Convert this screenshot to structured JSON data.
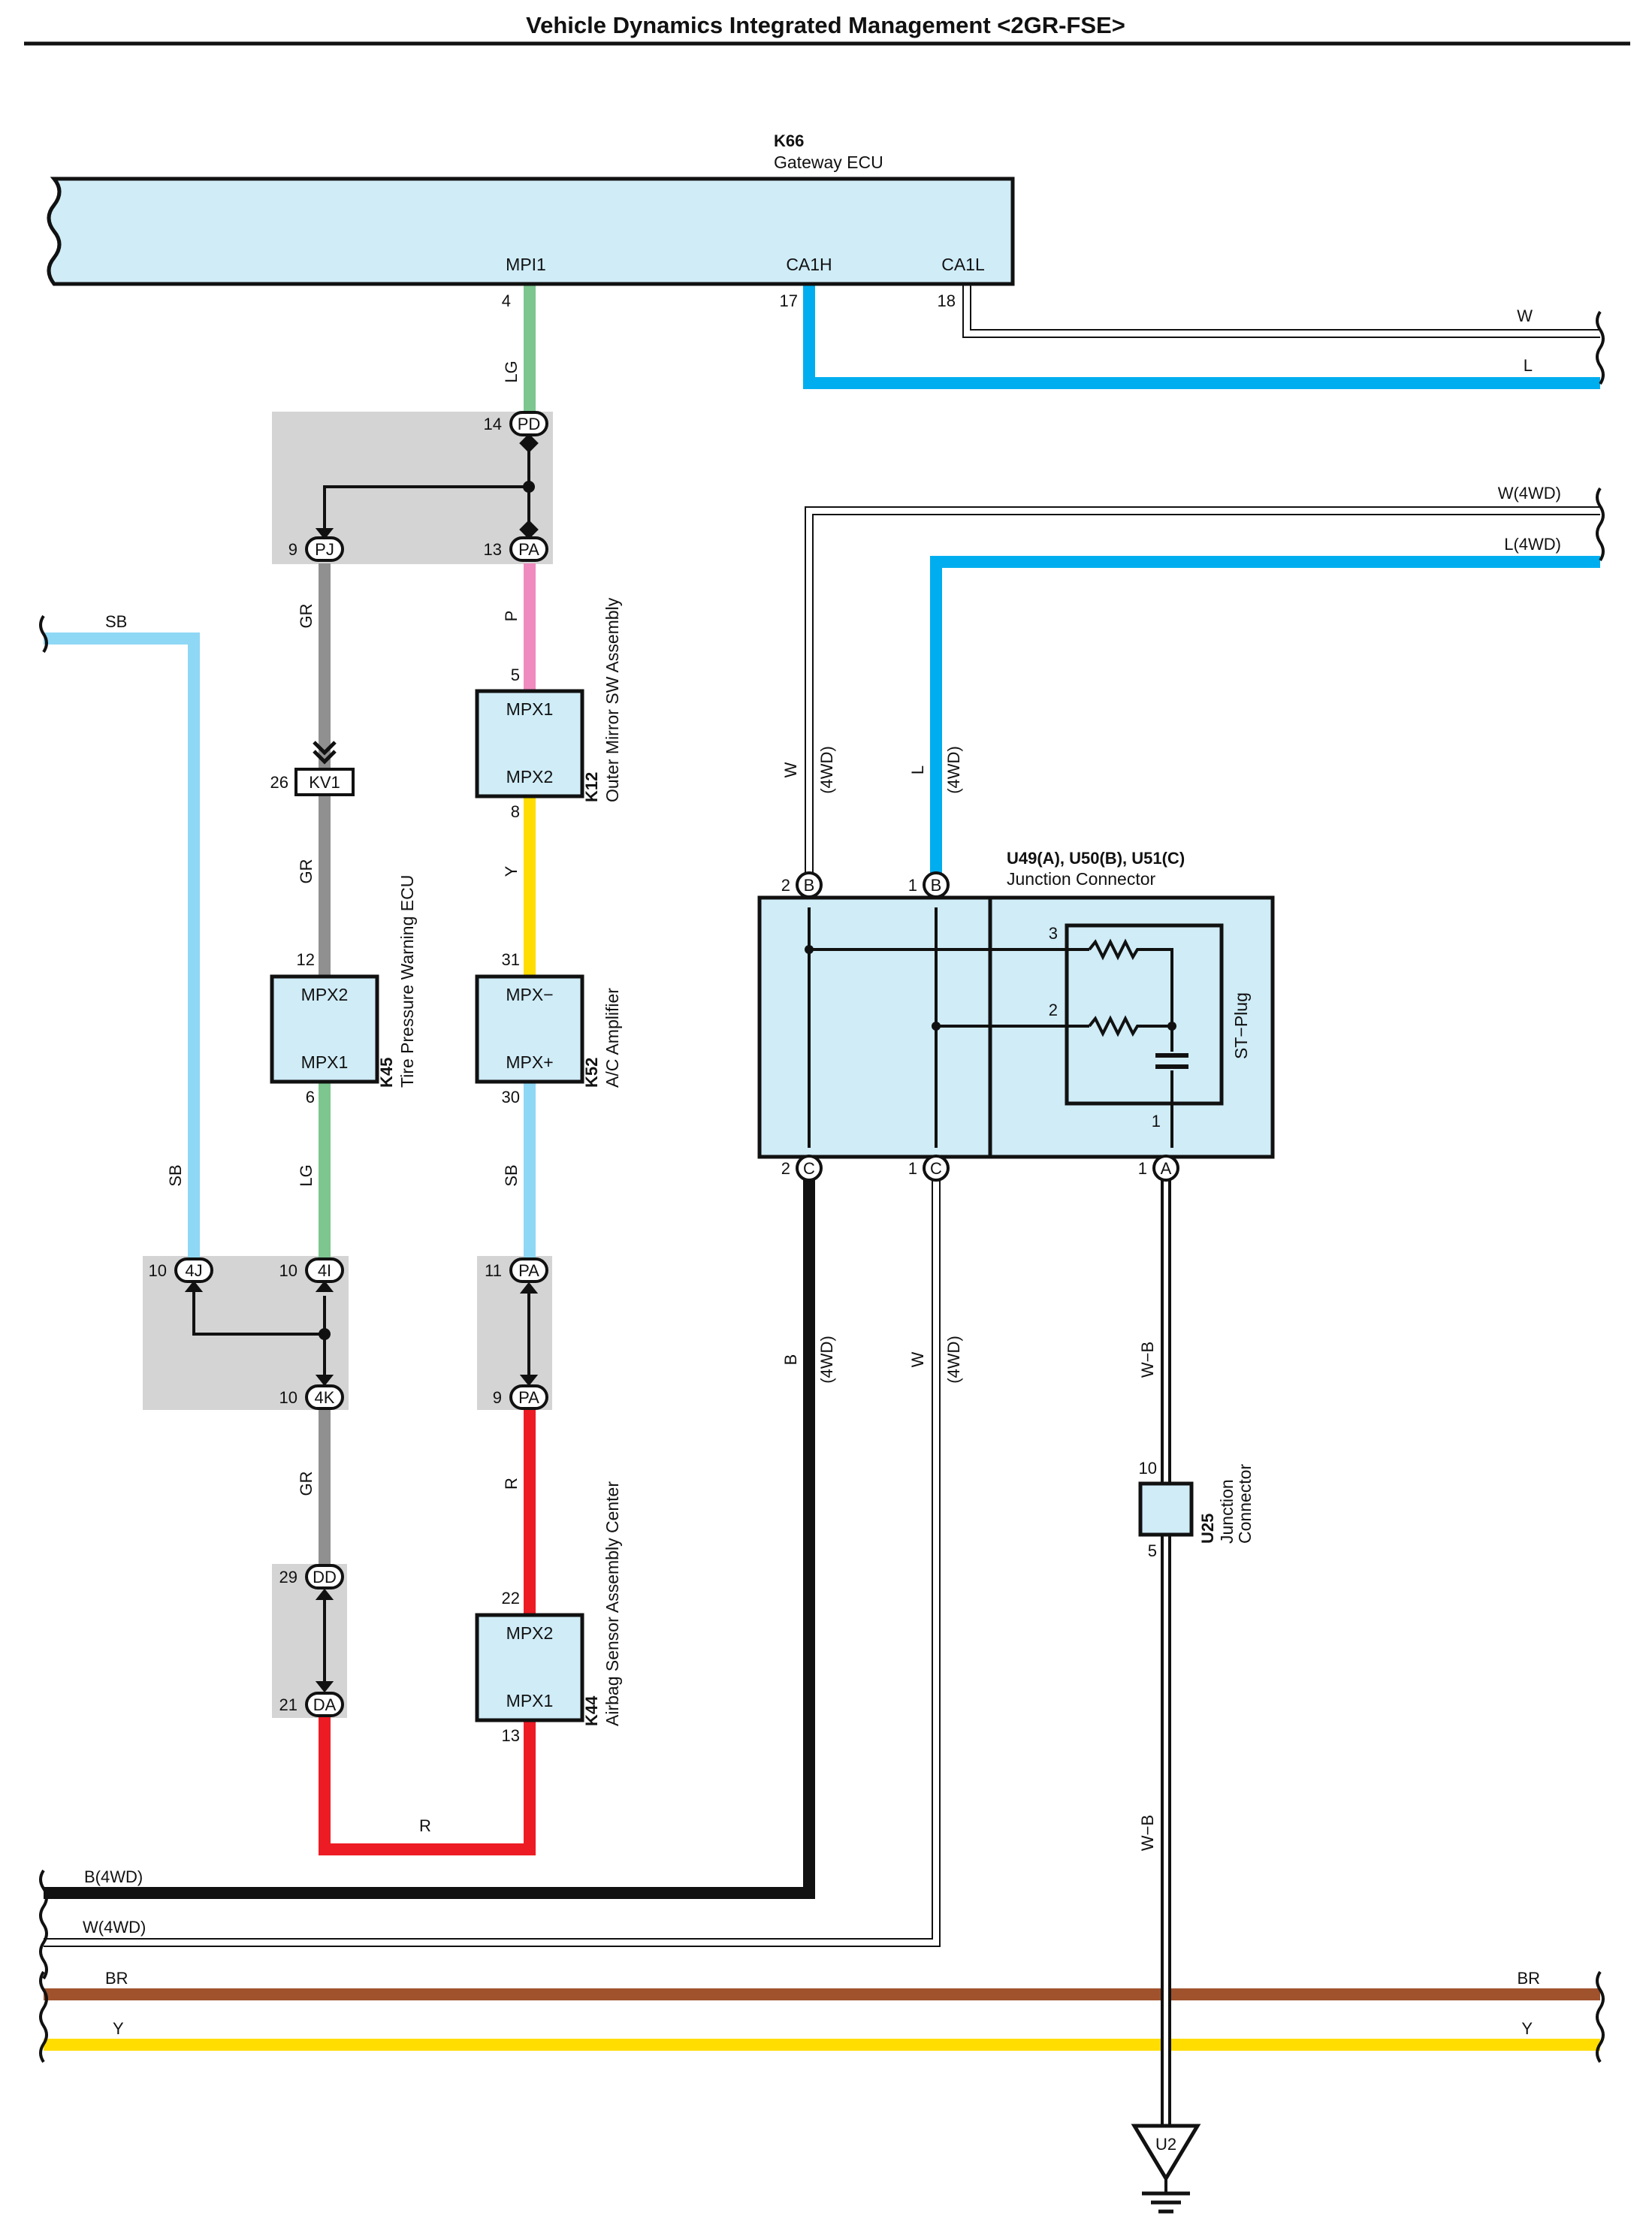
{
  "title": "Vehicle Dynamics Integrated Management <2GR-FSE>",
  "colors": {
    "LG": "#7dc690",
    "P": "#f08bbf",
    "GR": "#909090",
    "Y": "#ffdd00",
    "SB": "#8ed8f5",
    "L": "#00aeef",
    "R": "#ed1c24",
    "B": "#111111",
    "BR": "#a0522d",
    "W": "#ffffff",
    "component_fill": "#cfecf7",
    "junction_fill": "#d4d4d4"
  },
  "components": {
    "k66": {
      "id": "K66",
      "name": "Gateway ECU",
      "terminals": {
        "mpi1": "MPI1",
        "ca1h": "CA1H",
        "ca1l": "CA1L"
      },
      "pins": {
        "mpi1": "4",
        "ca1h": "17",
        "ca1l": "18"
      }
    },
    "k12": {
      "id": "K12",
      "name": "Outer Mirror SW Assembly",
      "terminals": {
        "t1": "MPX1",
        "t2": "MPX2"
      },
      "pins": {
        "t1": "5",
        "t2": "8"
      }
    },
    "k52": {
      "id": "K52",
      "name": "A/C Amplifier",
      "terminals": {
        "t1": "MPX−",
        "t2": "MPX+"
      },
      "pins": {
        "t1": "31",
        "t2": "30"
      }
    },
    "k45": {
      "id": "K45",
      "name": "Tire Pressure Warning ECU",
      "terminals": {
        "t1": "MPX2",
        "t2": "MPX1"
      },
      "pins": {
        "t1": "12",
        "t2": "6"
      }
    },
    "k44": {
      "id": "K44",
      "name": "Airbag Sensor Assembly Center",
      "terminals": {
        "t1": "MPX2",
        "t2": "MPX1"
      },
      "pins": {
        "t1": "22",
        "t2": "13"
      }
    },
    "u49": {
      "id": "U49(A), U50(B), U51(C)",
      "name": "Junction Connector",
      "st_plug": "ST−Plug",
      "inner_pins": {
        "p3": "3",
        "p2": "2",
        "p1": "1"
      },
      "pins": [
        {
          "num": "2",
          "letter": "B"
        },
        {
          "num": "1",
          "letter": "B"
        },
        {
          "num": "2",
          "letter": "C"
        },
        {
          "num": "1",
          "letter": "C"
        },
        {
          "num": "1",
          "letter": "A"
        }
      ]
    },
    "u25": {
      "id": "U25",
      "name_line1": "Junction",
      "name_line2": "Connector",
      "pins": {
        "top": "10",
        "bottom": "5"
      }
    },
    "u2": {
      "id": "U2"
    }
  },
  "junctions": [
    {
      "num": "14",
      "code": "PD"
    },
    {
      "num": "9",
      "code": "PJ"
    },
    {
      "num": "13",
      "code": "PA"
    },
    {
      "num": "26",
      "code": "KV1"
    },
    {
      "num": "10",
      "code": "4J"
    },
    {
      "num": "10",
      "code": "4I"
    },
    {
      "num": "10",
      "code": "4K"
    },
    {
      "num": "11",
      "code": "PA"
    },
    {
      "num": "9",
      "code": "PA"
    },
    {
      "num": "29",
      "code": "DD"
    },
    {
      "num": "21",
      "code": "DA"
    }
  ],
  "wire_labels": {
    "lg1": "LG",
    "p": "P",
    "gr1": "GR",
    "gr2": "GR",
    "y": "Y",
    "lg2": "LG",
    "sb_k52": "SB",
    "sb_left_top": "SB",
    "sb_left_vert": "SB",
    "gr3": "GR",
    "r1": "R",
    "r2": "R",
    "w_top": "W",
    "l_top": "L",
    "w4wd_top": "W(4WD)",
    "l4wd_top": "L(4WD)",
    "w_vert": "W",
    "w_vert_sub": "(4WD)",
    "l_vert": "L",
    "l_vert_sub": "(4WD)",
    "b_vert": "B",
    "b_vert_sub": "(4WD)",
    "w2_vert": "W",
    "w2_vert_sub": "(4WD)",
    "wb1": "W−B",
    "wb2": "W−B",
    "b4wd": "B(4WD)",
    "w4wd_bottom": "W(4WD)",
    "br_left": "BR",
    "br_right": "BR",
    "y_left": "Y",
    "y_right": "Y"
  }
}
